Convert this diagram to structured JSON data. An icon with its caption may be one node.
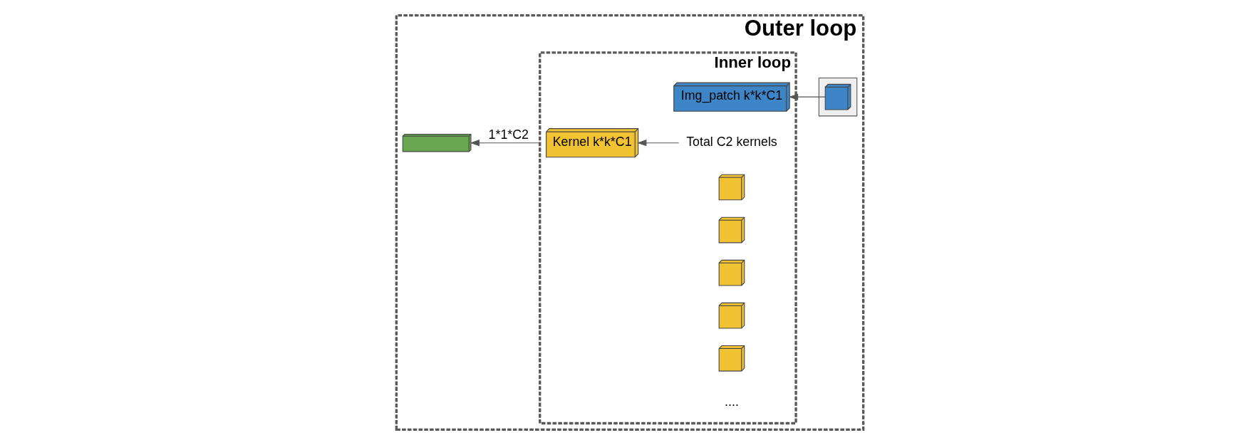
{
  "diagram": {
    "nodes": [
      {
        "text": [
          "Outer loop"
        ]
      },
      {
        "text": [
          "Inner loop"
        ],
        "in": 0
      },
      {
        "text": [],
        "shape": "bar",
        "in": 0
      },
      {
        "text": [
          "Kernel k*k*C1"
        ],
        "in": 1
      },
      {
        "text": [
          "Img_patch k*k*C1"
        ],
        "in": 1
      },
      {
        "text": [
          "Total C2 kernels"
        ],
        "in": 1
      },
      {
        "text": [],
        "shape": "box",
        "in": 1
      },
      {
        "text": [],
        "shape": "box",
        "in": 1
      },
      {
        "text": [],
        "shape": "box",
        "in": 1
      },
      {
        "text": [],
        "shape": "box",
        "in": 1
      },
      {
        "text": [],
        "shape": "box",
        "in": 1
      },
      {
        "text": [],
        "shape": "box",
        "in": 0
      },
      {
        "text": [],
        "shape": "box",
        "in": 11
      }
    ],
    "edges": [
      {
        "from": 1,
        "to": 2,
        "arrow": "to",
        "label": "1*1*C2"
      },
      {
        "from": 5,
        "to": 3,
        "arrow": "to"
      },
      {
        "from": 12,
        "to": 4,
        "arrow": "to"
      }
    ],
    "labels": [
      "...."
    ]
  }
}
